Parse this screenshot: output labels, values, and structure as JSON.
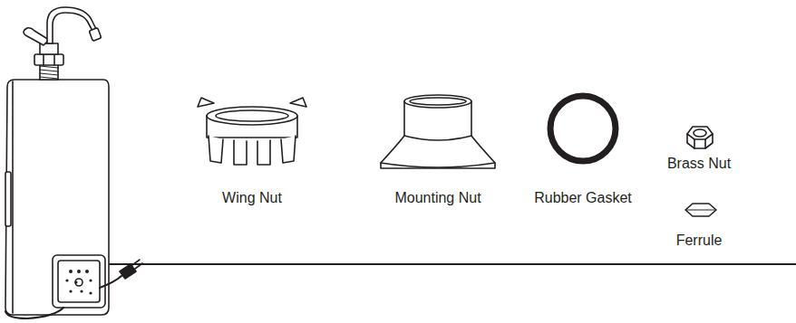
{
  "diagram": {
    "labels": [
      "Wing Nut",
      "Mounting Nut",
      "Rubber Gasket",
      "Brass Nut",
      "Ferrule"
    ]
  }
}
